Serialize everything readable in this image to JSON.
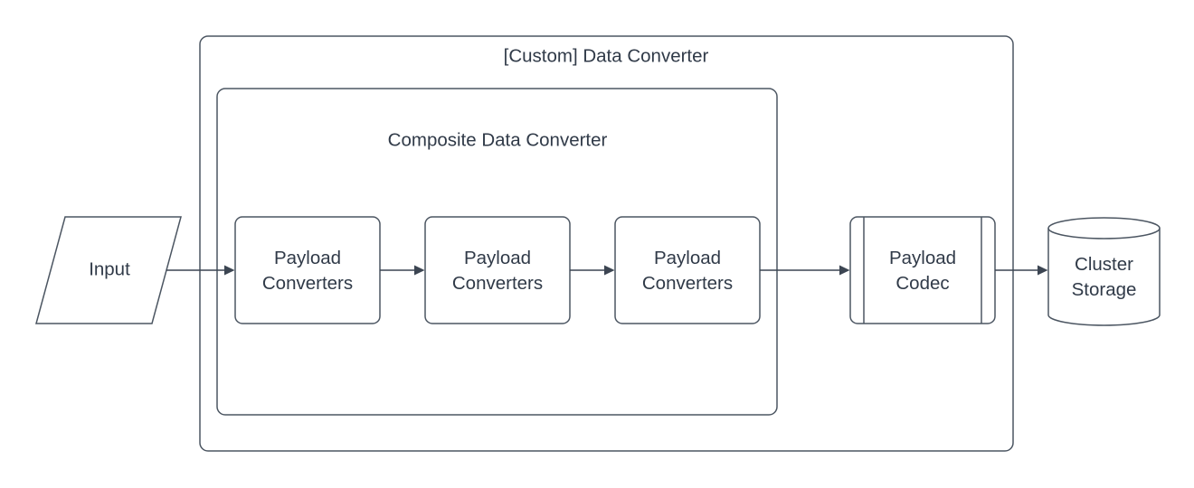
{
  "diagram": {
    "colors": {
      "background": "#ffffff",
      "shape_stroke": "#4c5662",
      "connector": "#3c4552",
      "text": "#303a48"
    },
    "outer_group": {
      "title": "[Custom] Data Converter"
    },
    "inner_group": {
      "title": "Composite Data Converter"
    },
    "nodes": {
      "input": {
        "label": "Input",
        "shape": "parallelogram"
      },
      "converter1": {
        "line1": "Payload",
        "line2": "Converters",
        "shape": "rounded-rect"
      },
      "converter2": {
        "line1": "Payload",
        "line2": "Converters",
        "shape": "rounded-rect"
      },
      "converter3": {
        "line1": "Payload",
        "line2": "Converters",
        "shape": "rounded-rect"
      },
      "codec": {
        "line1": "Payload",
        "line2": "Codec",
        "shape": "predefined-process"
      },
      "storage": {
        "line1": "Cluster",
        "line2": "Storage",
        "shape": "cylinder"
      }
    },
    "edges": [
      {
        "from": "input",
        "to": "converter1"
      },
      {
        "from": "converter1",
        "to": "converter2"
      },
      {
        "from": "converter2",
        "to": "converter3"
      },
      {
        "from": "converter3",
        "to": "codec"
      },
      {
        "from": "codec",
        "to": "storage"
      }
    ]
  }
}
